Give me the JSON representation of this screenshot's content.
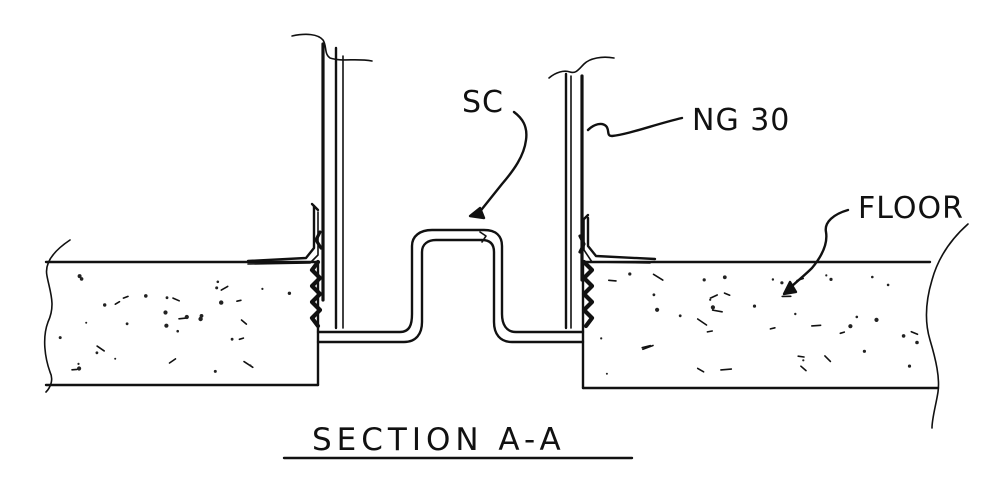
{
  "labels": {
    "sc": "SC",
    "ng30": "NG 30",
    "floor": "FLOOR"
  },
  "title": "SECTION A-A",
  "colors": {
    "ink": "#111111",
    "paper": "#ffffff"
  }
}
